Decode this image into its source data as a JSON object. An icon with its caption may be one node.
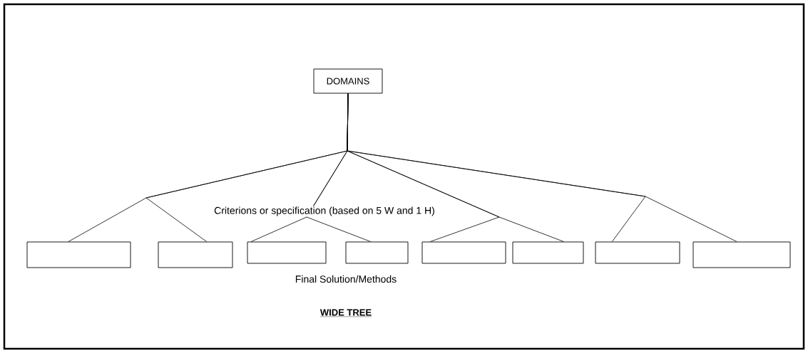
{
  "diagram": {
    "caption": "WIDE TREE",
    "nodes": [
      {
        "text": [
          "DOMAINS"
        ]
      },
      {
        "text": [],
        "shape": "box"
      },
      {
        "text": [],
        "shape": "box"
      },
      {
        "text": [],
        "shape": "box"
      },
      {
        "text": [],
        "shape": "box"
      },
      {
        "text": [],
        "shape": "box"
      },
      {
        "text": [],
        "shape": "box"
      },
      {
        "text": [],
        "shape": "box"
      },
      {
        "text": [],
        "shape": "box"
      }
    ],
    "edges": [
      {
        "from": 0,
        "to": 1,
        "arrow": "none"
      },
      {
        "from": 0,
        "to": 2,
        "arrow": "none"
      },
      {
        "from": 0,
        "to": 3,
        "arrow": "none"
      },
      {
        "from": 0,
        "to": 4,
        "arrow": "none"
      },
      {
        "from": 0,
        "to": 5,
        "arrow": "none"
      },
      {
        "from": 0,
        "to": 6,
        "arrow": "none"
      },
      {
        "from": 0,
        "to": 7,
        "arrow": "none"
      },
      {
        "from": 0,
        "to": 8,
        "arrow": "none"
      }
    ],
    "labels": [
      "Criterions or specification (based on 5 W and 1 H)",
      "Final Solution/Methods"
    ]
  }
}
